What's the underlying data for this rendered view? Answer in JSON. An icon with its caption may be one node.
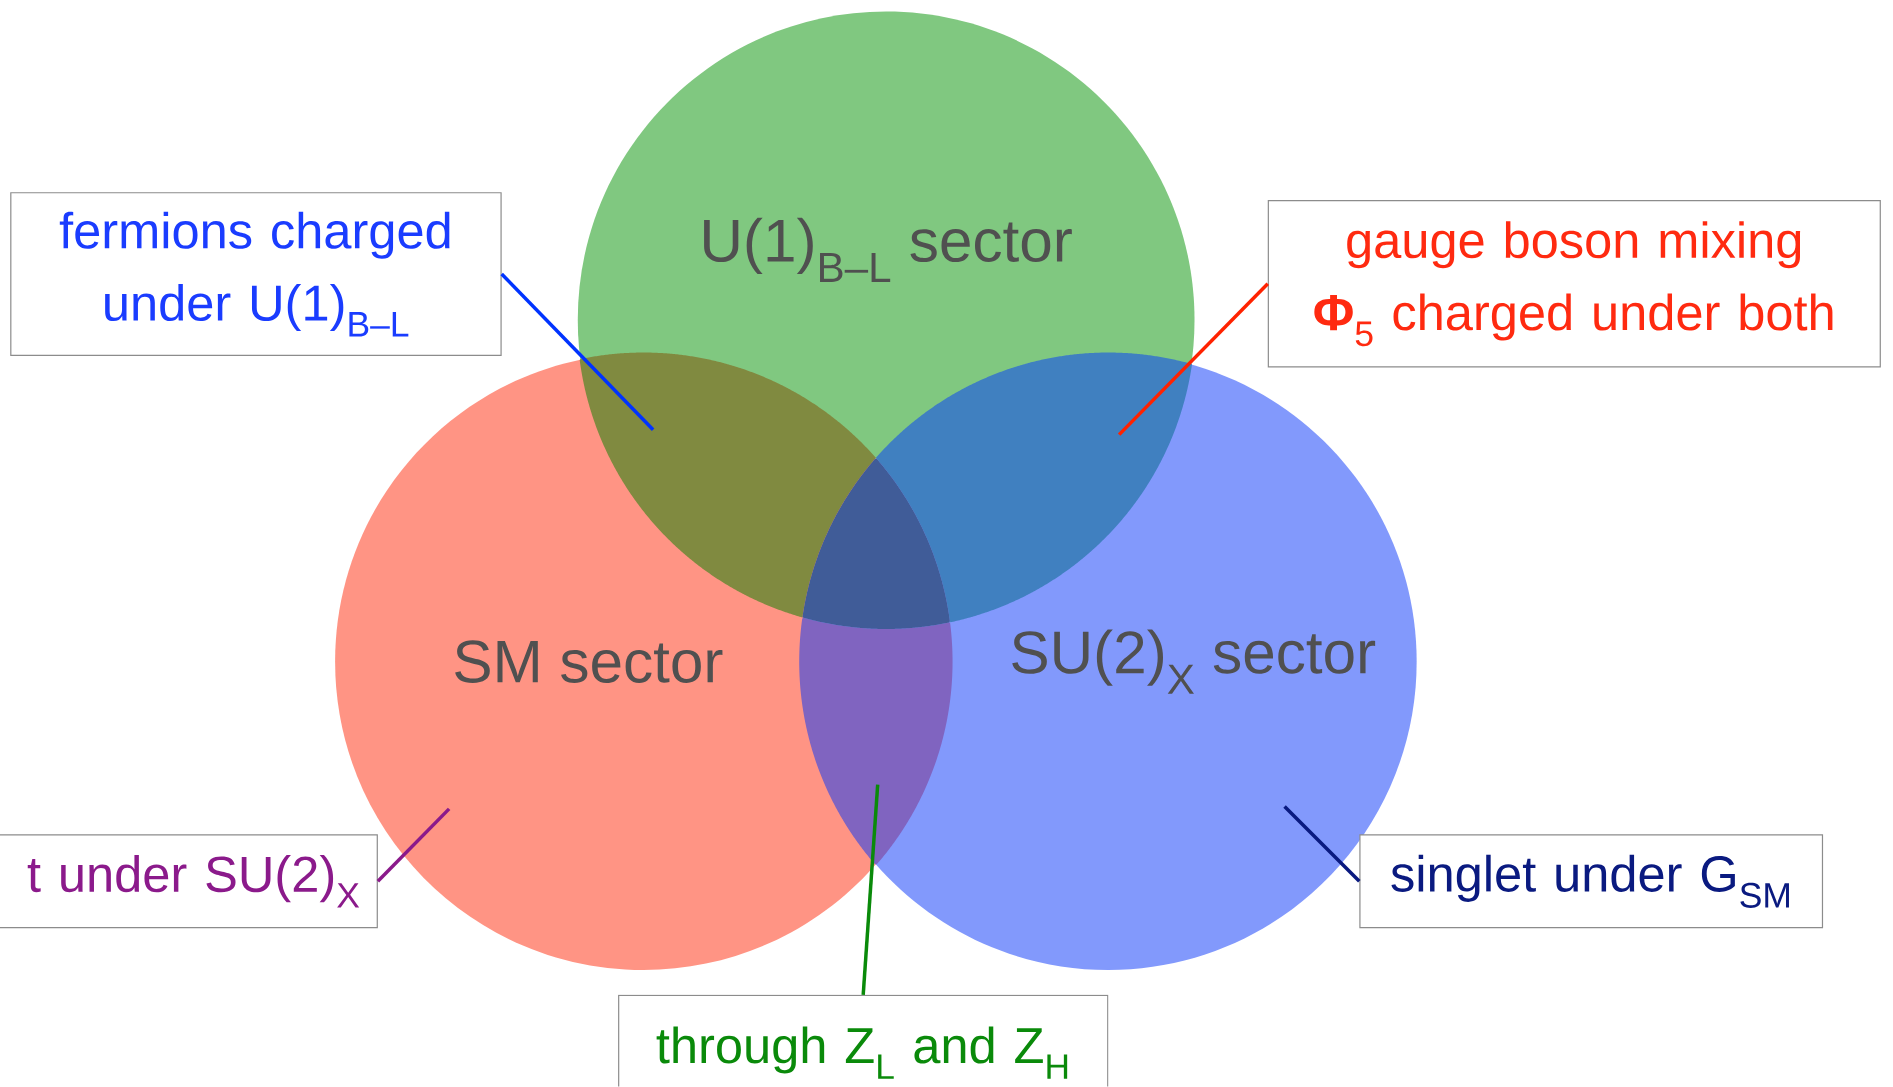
{
  "diagram": {
    "nodes": [
      {
        "text": [
          "U(1)$_{B–L}$ sector"
        ]
      },
      {
        "text": [
          "SM sector"
        ]
      },
      {
        "text": [
          "SU(2)$_{X}$ sector"
        ]
      },
      {
        "text": [
          "fermions charged under U(1)$_{B–L}$"
        ]
      },
      {
        "text": [
          "gauge boson mixing **Φ**$_{5}$ charged under both"
        ]
      },
      {
        "text": [
          "t under SU(2)$_{X}$"
        ]
      },
      {
        "text": [
          "singlet under G$_{SM}$"
        ]
      },
      {
        "text": [
          "through Z$_{L}$ and Z$_{H}$"
        ]
      },
      {
        "text": [],
        "shape": "lens"
      },
      {
        "text": [],
        "shape": "lens"
      },
      {
        "text": [],
        "shape": "lens"
      },
      {
        "text": [],
        "shape": "lens"
      }
    ],
    "edges": [
      {
        "from": 3,
        "to": 8,
        "arrow": "none",
        "color": "#0033ff"
      },
      {
        "from": 4,
        "to": 9,
        "arrow": "none",
        "color": "#ff2200"
      },
      {
        "from": 5,
        "to": 1,
        "arrow": "none",
        "color": "#8b1a8b"
      },
      {
        "from": 6,
        "to": 2,
        "arrow": "none",
        "color": "#0a1a80"
      },
      {
        "from": 7,
        "to": 10,
        "arrow": "none",
        "color": "#0a8a0a"
      }
    ]
  }
}
